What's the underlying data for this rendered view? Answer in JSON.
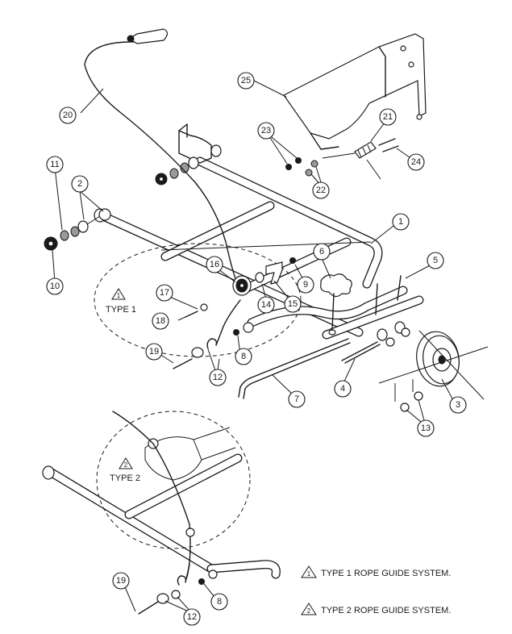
{
  "callouts": {
    "n1": "1",
    "n2": "2",
    "n3": "3",
    "n4": "4",
    "n5": "5",
    "n6": "6",
    "n7": "7",
    "n8": "8",
    "n8b": "8",
    "n9": "9",
    "n10": "10",
    "n11": "11",
    "n12": "12",
    "n12b": "12",
    "n13": "13",
    "n14": "14",
    "n15": "15",
    "n16": "16",
    "n17": "17",
    "n18": "18",
    "n19": "19",
    "n19b": "19",
    "n20": "20",
    "n21": "21",
    "n22": "22",
    "n23": "23",
    "n24": "24",
    "n25": "25"
  },
  "type_labels": {
    "type1": "TYPE 1",
    "type2": "TYPE 2",
    "type1_marker": "1",
    "type2_marker": "2"
  },
  "legend": {
    "item1_marker": "1",
    "item1_text": "TYPE 1 ROPE GUIDE SYSTEM.",
    "item2_marker": "2",
    "item2_text": "TYPE 2 ROPE GUIDE SYSTEM."
  }
}
